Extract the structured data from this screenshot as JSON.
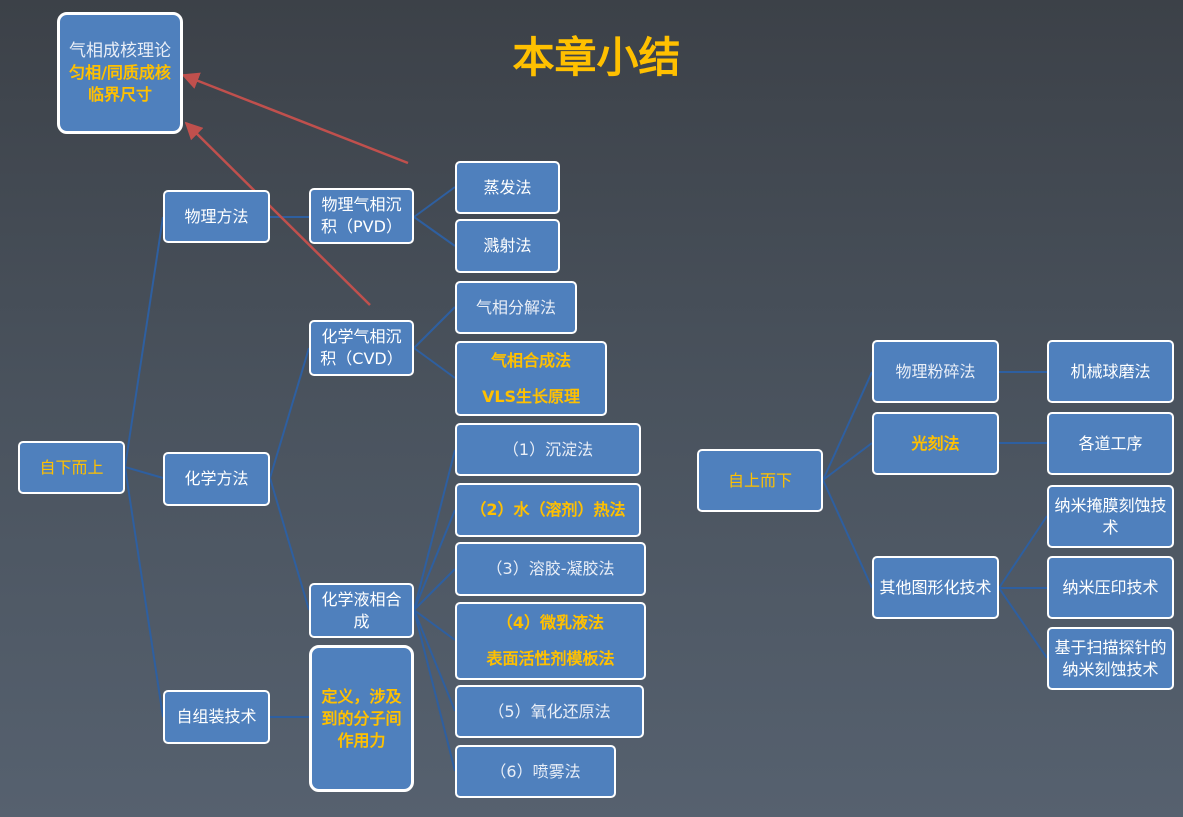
{
  "title": "本章小结",
  "colors": {
    "node_fill": "#4f80bd",
    "connector": "#2e5fa0",
    "arrow": "#c0504d",
    "highlight": "#ffc000"
  },
  "theory_box": {
    "line1": "气相成核理论",
    "line2": "匀相/同质成核",
    "line3": "临界尺寸"
  },
  "left_tree": {
    "root": "自下而上",
    "physical": "物理方法",
    "pvd": {
      "line1": "物理气相沉",
      "line2": "积（PVD）"
    },
    "evaporation": "蒸发法",
    "sputtering": "溅射法",
    "chemical": "化学方法",
    "cvd": {
      "line1": "化学气相沉",
      "line2": "积（CVD）"
    },
    "vapor_decomposition": "气相分解法",
    "vapor_synthesis": {
      "line1": "气相合成法",
      "line2": "VLS生长原理"
    },
    "liquid": {
      "line1": "化学液相合",
      "line2": "成"
    },
    "precipitation": "（1）沉淀法",
    "hydrothermal": "（2）水（溶剂）热法",
    "solgel": "（3）溶胶-凝胶法",
    "microemulsion": {
      "line1": "（4）微乳液法",
      "line2": "表面活性剂模板法"
    },
    "redox": "（5）氧化还原法",
    "spray": "（6）喷雾法",
    "self_assembly": "自组装技术",
    "definition": {
      "line1": "定义，涉及",
      "line2": "到的分子间",
      "line3": "作用力"
    }
  },
  "right_tree": {
    "root": "自上而下",
    "crushing": "物理粉碎法",
    "ball_milling": "机械球磨法",
    "lithography": "光刻法",
    "processes": "各道工序",
    "patterning": "其他图形化技术",
    "nano_etching": {
      "line1": "纳米掩膜刻蚀技",
      "line2": "术"
    },
    "nanoimprint": "纳米压印技术",
    "probe": {
      "line1": "基于扫描探针的",
      "line2": "纳米刻蚀技术"
    }
  }
}
